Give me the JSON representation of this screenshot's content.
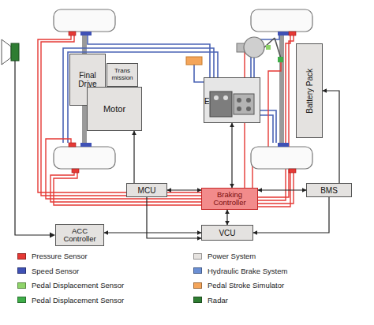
{
  "diagram": {
    "nodes": [
      {
        "text": [
          "Final Drive"
        ]
      },
      {
        "text": [
          "Trans mission"
        ]
      },
      {
        "text": [
          "Motor"
        ]
      },
      {
        "text": [
          "ESP"
        ]
      },
      {
        "text": [
          "Battery Pack"
        ]
      },
      {
        "text": [
          "MCU"
        ]
      },
      {
        "text": [
          "Braking Controller"
        ]
      },
      {
        "text": [
          "BMS"
        ]
      },
      {
        "text": [
          "ACC Controller"
        ]
      },
      {
        "text": [
          "VCU"
        ]
      }
    ],
    "edges": [
      {
        "from": 5,
        "to": 2,
        "arrow": "to"
      },
      {
        "from": 5,
        "to": 6,
        "arrow": "both"
      },
      {
        "from": 7,
        "to": 6,
        "arrow": "both"
      },
      {
        "from": 7,
        "to": 4,
        "arrow": "to"
      },
      {
        "from": 3,
        "to": 6,
        "arrow": "both"
      },
      {
        "from": 6,
        "to": 9,
        "arrow": "both"
      },
      {
        "from": 8,
        "to": 9,
        "arrow": "both"
      },
      {
        "from": 5,
        "to": 9,
        "arrow": "to"
      },
      {
        "from": 7,
        "to": 9,
        "arrow": "to"
      }
    ],
    "legend": [
      {
        "text": "Pressure Sensor",
        "color": "#e53935"
      },
      {
        "text": "Speed Sensor",
        "color": "#3f51b5"
      },
      {
        "text": "Pedal Displacement Sensor",
        "color": "#8fd46a"
      },
      {
        "text": "Pedal Displacement Sensor",
        "color": "#3fae49"
      },
      {
        "text": "Power System",
        "color": "#e6e3e0"
      },
      {
        "text": "Hydraulic Brake System",
        "color": "#6b8fd4"
      },
      {
        "text": "Pedal Stroke Simulator",
        "color": "#f4a55a"
      },
      {
        "text": "Radar",
        "color": "#2e7d32"
      }
    ]
  }
}
